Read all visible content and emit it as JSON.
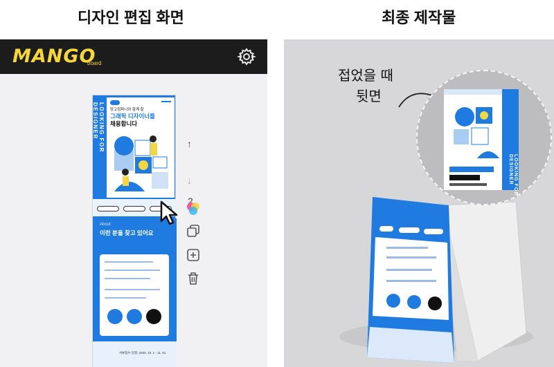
{
  "headings": {
    "left": "디자인 편집 화면",
    "right": "최종 제작물"
  },
  "editor": {
    "logo": "MANGO",
    "logo_sub": "board",
    "settings_icon": "gear-icon",
    "page_number": "2",
    "tools": [
      "arrow-up-icon",
      "arrow-down-icon",
      "color-palette-icon",
      "duplicate-icon",
      "add-page-icon",
      "trash-icon"
    ]
  },
  "poster": {
    "side_text": "LOOKING FOR DESIGNER",
    "line1": "망고컴퍼니와 함께 할",
    "line2": "그래픽 디자이너를",
    "line3": "채용합니다",
    "about_label": "About",
    "about_heading": "이런 분을 찾고 있어요",
    "footer": "서류접수 일정: 2030. 10. 1 - 11. 01"
  },
  "annotation": {
    "line1": "접었을 때",
    "line2": "뒷면"
  },
  "colors": {
    "brand_blue": "#1f7be0",
    "logo_yellow": "#f7d63a",
    "topbar": "#1c1c1c"
  }
}
